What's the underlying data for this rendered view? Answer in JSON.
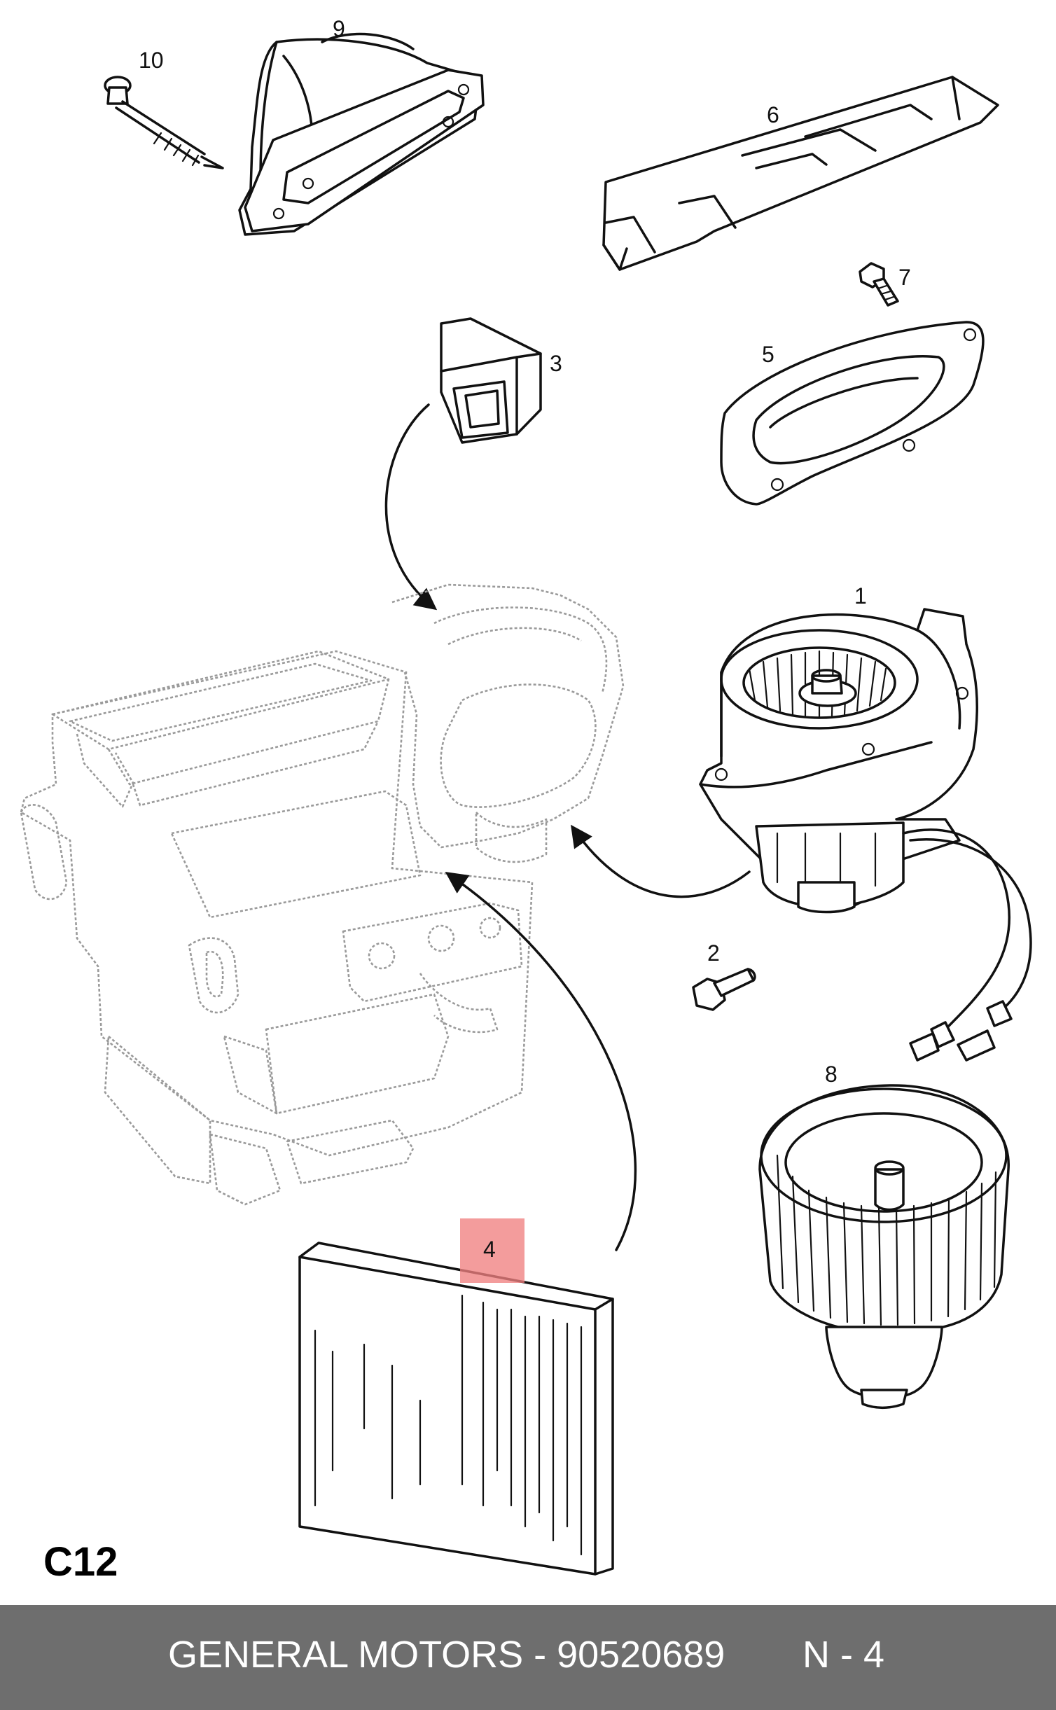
{
  "diagram": {
    "callouts": {
      "c1": "1",
      "c2": "2",
      "c3": "3",
      "c4": "4",
      "c5": "5",
      "c6": "6",
      "c7": "7",
      "c8": "8",
      "c9": "9",
      "c10": "10"
    },
    "code": "C12",
    "highlight_color": "#f08080",
    "highlighted_callout": "4"
  },
  "footer": {
    "text": "GENERAL MOTORS - 90520689",
    "position": "N - 4",
    "background": "#6e6e6e"
  }
}
